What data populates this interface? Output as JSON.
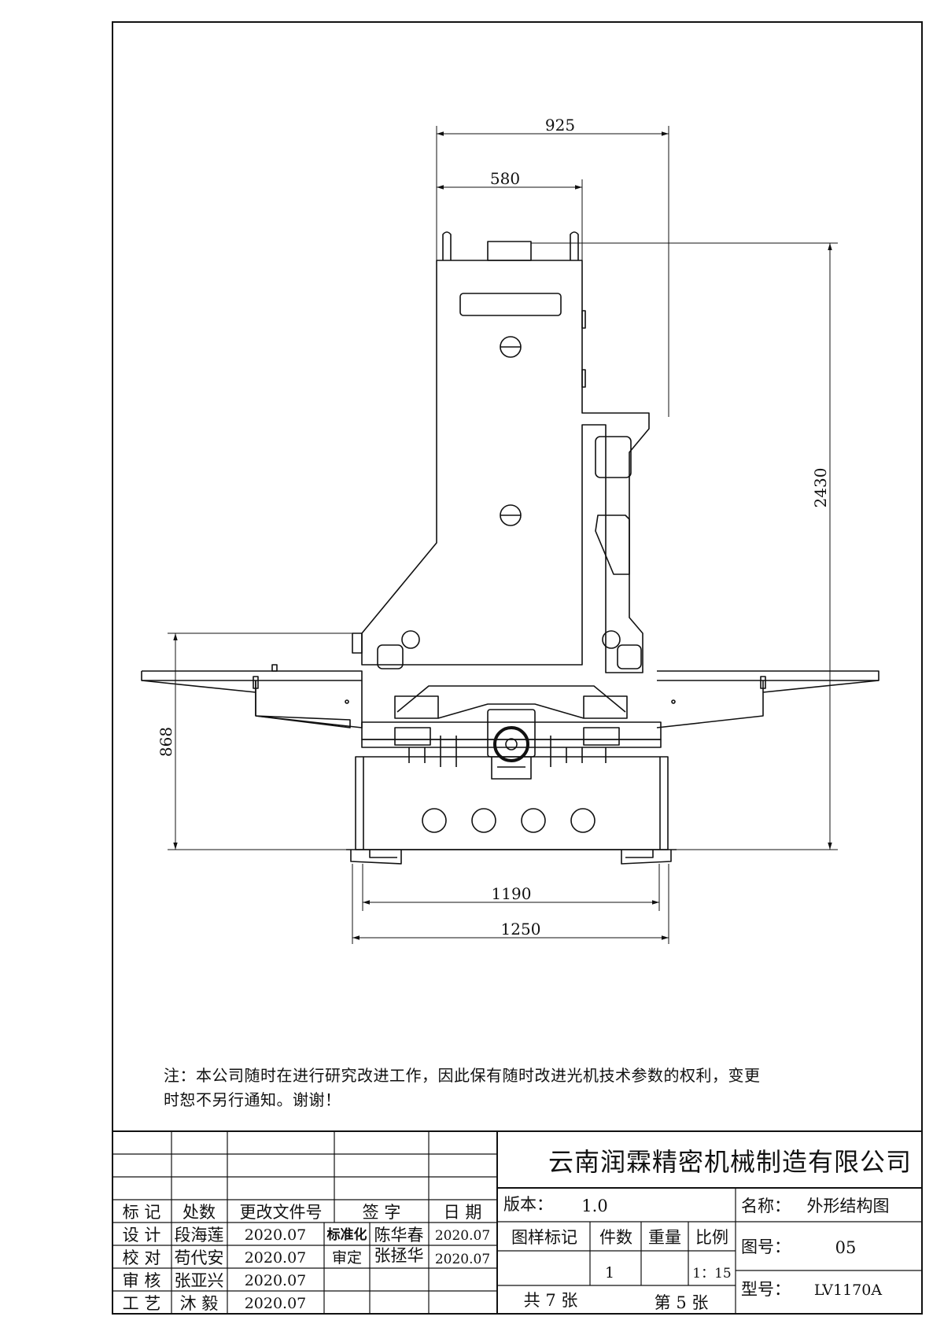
{
  "dimensions": {
    "top_width": "925",
    "column_width": "580",
    "total_height": "2430",
    "table_height": "868",
    "base_inner_width": "1190",
    "base_outer_width": "1250"
  },
  "note": {
    "line1": "注：本公司随时在进行研究改进工作，因此保有随时改进光机技术参数的权利，变更",
    "line2": "时恕不另行通知。谢谢！"
  },
  "title_block": {
    "company": "云南润霖精密机械制造有限公司",
    "revision_headers": [
      "标 记",
      "处数",
      "更改文件号",
      "签 字",
      "日 期"
    ],
    "sign_rows": [
      {
        "role": "设 计",
        "name": "段海莲",
        "date": "2020.07"
      },
      {
        "role": "校 对",
        "name": "苟代安",
        "date": "2020.07"
      },
      {
        "role": "审 核",
        "name": "张亚兴",
        "date": "2020.07"
      },
      {
        "role": "工 艺",
        "name": "沐 毅",
        "date": "2020.07"
      }
    ],
    "approvals": [
      {
        "role": "标准化",
        "name": "陈华春",
        "date": "2020.07"
      },
      {
        "role": "审定",
        "name": "张拯华",
        "date": "2020.07"
      }
    ],
    "version_label": "版本：",
    "version_value": "1.0",
    "col_headers": [
      "图样标记",
      "件数",
      "重量",
      "比例"
    ],
    "quantity": "1",
    "scale": "1：15",
    "total_sheets": "共 7 张",
    "sheet_no": "第 5 张",
    "name_label": "名称：",
    "name_value": "外形结构图",
    "drawing_no_label": "图号：",
    "drawing_no_value": "05",
    "model_label": "型号：",
    "model_value": "LV1170A"
  }
}
